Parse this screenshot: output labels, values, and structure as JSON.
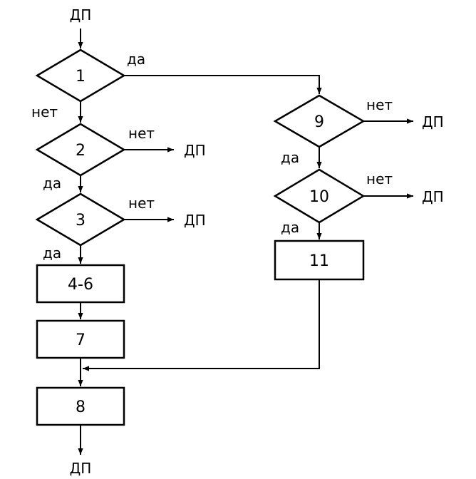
{
  "entry_label": "ДП",
  "exit_label": "ДП",
  "decisions": [
    {
      "id": "1",
      "label": "1",
      "yes_label": "да",
      "no_label": "нет"
    },
    {
      "id": "2",
      "label": "2",
      "yes_label": "да",
      "no_label": "нет",
      "no_target": "ДП"
    },
    {
      "id": "3",
      "label": "3",
      "yes_label": "да",
      "no_label": "нет",
      "no_target": "ДП"
    },
    {
      "id": "9",
      "label": "9",
      "yes_label": "да",
      "no_label": "нет",
      "no_target": "ДП"
    },
    {
      "id": "10",
      "label": "10",
      "yes_label": "да",
      "no_label": "нет",
      "no_target": "ДП"
    }
  ],
  "processes": [
    {
      "id": "4-6",
      "label": "4-6"
    },
    {
      "id": "7",
      "label": "7"
    },
    {
      "id": "8",
      "label": "8"
    },
    {
      "id": "11",
      "label": "11"
    }
  ]
}
